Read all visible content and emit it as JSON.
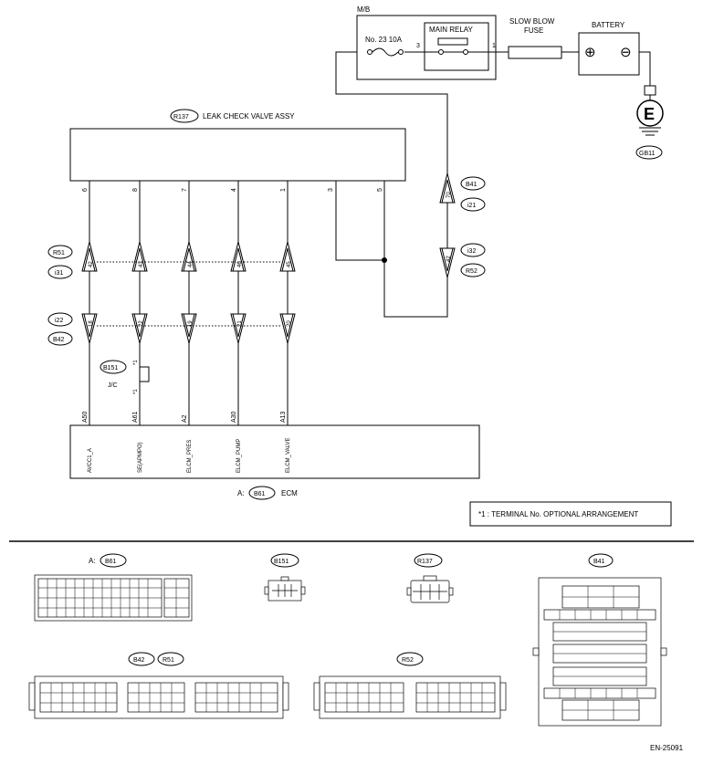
{
  "mb": {
    "title": "M/B",
    "fuse_label": "No. 23  10A",
    "main_relay": "MAIN RELAY",
    "pin3": "3",
    "pin1": "1"
  },
  "slow_blow": {
    "line1": "SLOW BLOW",
    "line2": "FUSE"
  },
  "battery": {
    "label": "BATTERY",
    "plus": "⊕",
    "minus": "⊖"
  },
  "ground": {
    "symbol": "E",
    "code": "GB11"
  },
  "lcv": {
    "code": "R137",
    "label": "LEAK CHECK VALVE ASSY",
    "pins": [
      "6",
      "8",
      "7",
      "4",
      "1",
      "3",
      "5"
    ]
  },
  "connectors": {
    "r51": "R51",
    "i31": "i31",
    "i22": "i22",
    "b42": "B42",
    "b41": "B41",
    "i21": "i21",
    "i32": "i32",
    "r52": "R52",
    "row1_pins": [
      "42",
      "43",
      "44",
      "46",
      "45"
    ],
    "row2_pins": [
      "18",
      "22",
      "19",
      "21",
      "20"
    ],
    "right_top_pin": "70",
    "right_bottom_pin": "42"
  },
  "jc": {
    "code": "B151",
    "label": "J/C",
    "mark": "*1"
  },
  "ecm": {
    "prefix": "A:",
    "code": "B61",
    "label": "ECM",
    "pins": [
      "A50",
      "A61",
      "A2",
      "A30",
      "A13"
    ],
    "signals": [
      "AVCC1_A",
      "SE(APMPO)",
      "ELCM_PRES",
      "ELCM_PUMP",
      "ELCM_VALVE"
    ]
  },
  "note": "*1 : TERMINAL No. OPTIONAL ARRANGEMENT",
  "bottom": {
    "b61_prefix": "A:",
    "b61": "B61",
    "b151": "B151",
    "r137": "R137",
    "b41": "B41",
    "b42": "B42",
    "r51": "R51",
    "r52": "R52"
  },
  "doc_id": "EN-25091"
}
